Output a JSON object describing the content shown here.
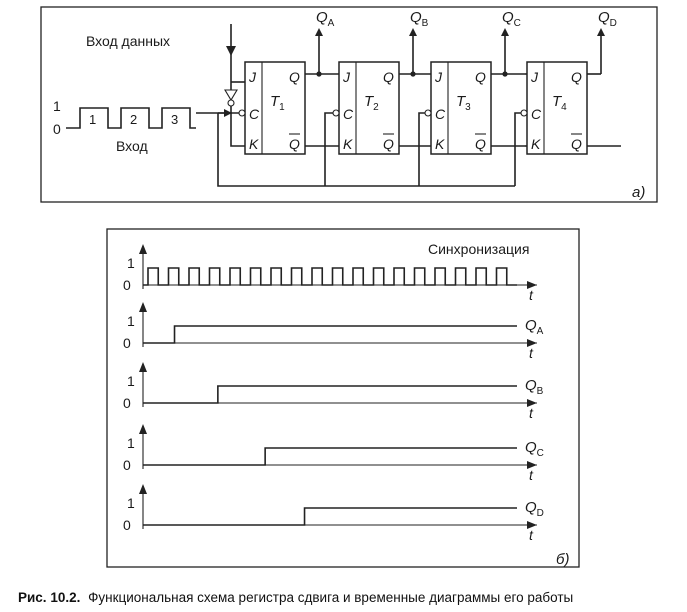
{
  "figure": {
    "part_a": {
      "data_input_label": "Вход данных",
      "clock_input_label": "Вход",
      "level_high": "1",
      "level_low": "0",
      "pulse_numbers": [
        "1",
        "2",
        "3"
      ],
      "part_label": "а)",
      "flipflops": [
        {
          "name": "T",
          "index": "1",
          "output": "Q",
          "output_sub": "A"
        },
        {
          "name": "T",
          "index": "2",
          "output": "Q",
          "output_sub": "B"
        },
        {
          "name": "T",
          "index": "3",
          "output": "Q",
          "output_sub": "C"
        },
        {
          "name": "T",
          "index": "4",
          "output": "Q",
          "output_sub": "D"
        }
      ],
      "pin_j": "J",
      "pin_c": "C",
      "pin_k": "K",
      "pin_q": "Q",
      "pin_qbar": "Q"
    },
    "part_b": {
      "part_label": "б)",
      "clock_label": "Синхронизация",
      "axis_t": "t",
      "level_high": "1",
      "level_low": "0",
      "clock_pulses": 18,
      "traces": [
        {
          "label": "Q",
          "sub": "A",
          "rise_fraction": 0.04
        },
        {
          "label": "Q",
          "sub": "B",
          "rise_fraction": 0.095
        },
        {
          "label": "Q",
          "sub": "C",
          "rise_fraction": 0.155
        },
        {
          "label": "Q",
          "sub": "D",
          "rise_fraction": 0.205
        }
      ]
    },
    "caption": {
      "number": "Рис. 10.2.",
      "text": "Функциональная схема регистра сдвига и временные диаграммы его работы"
    }
  }
}
